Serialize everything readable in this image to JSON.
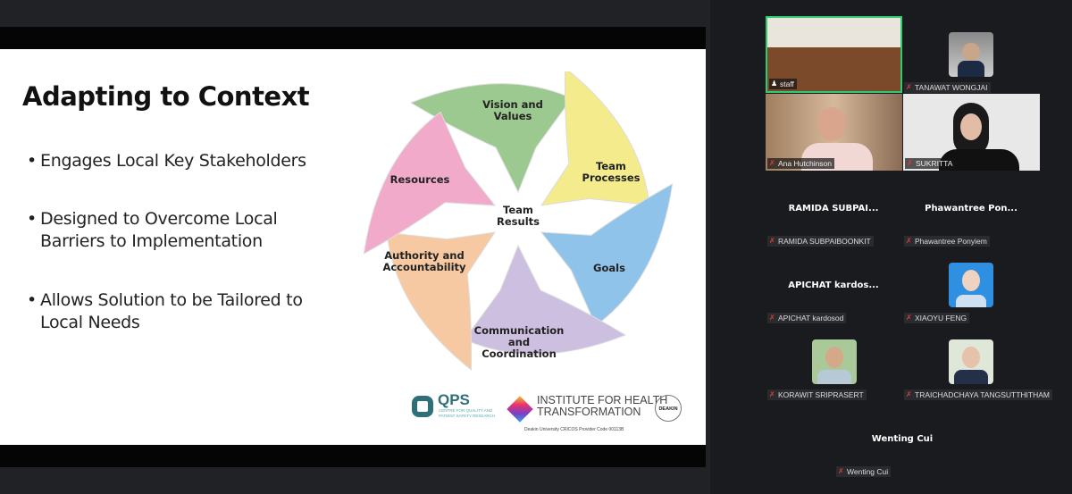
{
  "slide": {
    "title": "Adapting to Context",
    "bullets": [
      [
        "Engages Local Key Stakeholders"
      ],
      [
        "Designed to Overcome Local",
        "Barriers to Implementation"
      ],
      [
        "Allows Solution to be Tailored to",
        "Local Needs"
      ]
    ],
    "diagram": {
      "center": [
        "Team",
        "Results"
      ],
      "vision": [
        "Vision and",
        "Values"
      ],
      "processes": [
        "Team",
        "Processes"
      ],
      "goals": [
        "Goals"
      ],
      "communication": [
        "Communication",
        "and",
        "Coordination"
      ],
      "authority": [
        "Authority and",
        "Accountability"
      ],
      "resources": [
        "Resources"
      ]
    },
    "logos": {
      "qps": "QPS",
      "qps_sub": [
        "CENTRE FOR QUALITY AND",
        "PATIENT SAFETY RESEARCH"
      ],
      "ihtr": [
        "INSTITUTE FOR HEALTH",
        "TRANSFORMATION"
      ],
      "deakin": "DEAKIN",
      "cricos": "Deakin University CRICOS Provider Code 00113B"
    }
  },
  "participants": {
    "staff": "staff",
    "tanawat": "TANAWAT WONGJAI",
    "ana": "Ana Hutchinson",
    "sukritta": "SUKRITTA",
    "ramida_big": "RAMIDA  SUBPAI...",
    "ramida": "RAMIDA SUBPAIBOONKIT",
    "phawantree_big": "Phawantree  Pon...",
    "phawantree": "Phawantree Ponyiem",
    "apichat_big": "APICHAT  kardos...",
    "apichat": "APICHAT kardosod",
    "xiaoyu": "XIAOYU FENG",
    "korawit": "KORAWIT SRIPRASERT",
    "traichadchaya": "TRAICHADCHAYA TANGSUTTHITHAM",
    "wenting_big": "Wenting Cui",
    "wenting": "Wenting Cui"
  },
  "colors": {
    "active_speaker": "#2ecc71",
    "muted": "#e23b3b"
  }
}
